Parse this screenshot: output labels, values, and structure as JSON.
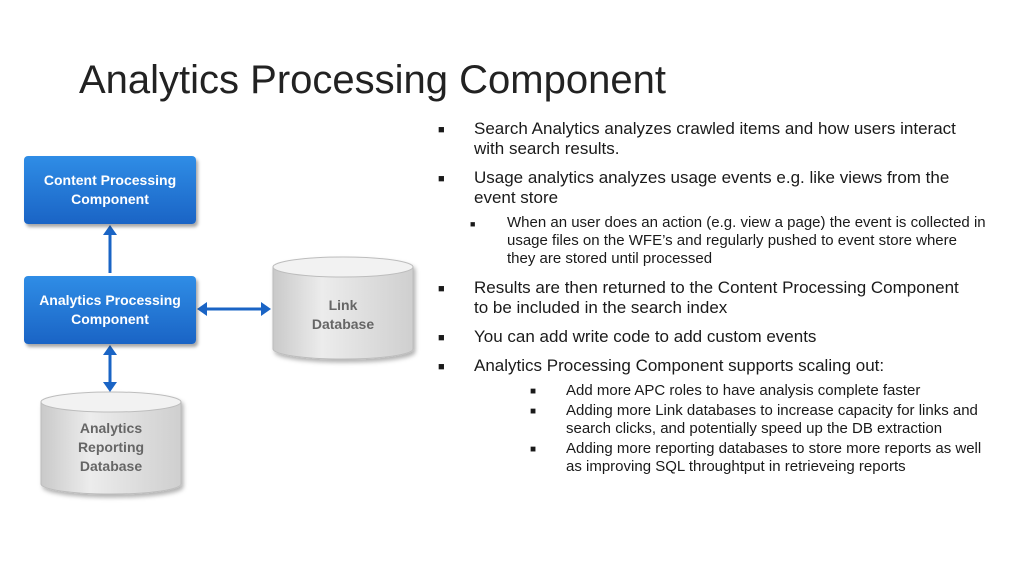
{
  "slide": {
    "title": "Analytics Processing Component"
  },
  "diagram": {
    "content_processing": "Content Processing\nComponent",
    "analytics_processing": "Analytics Processing\nComponent",
    "link_database": "Link\nDatabase",
    "analytics_reporting_database": "Analytics\nReporting\nDatabase",
    "colors": {
      "box_fill_top": "#2f8de6",
      "box_fill_bottom": "#1a64c5",
      "arrow": "#1a64c5",
      "database_fill": "#e2e2e2",
      "database_stroke": "#bdbdbd"
    }
  },
  "bullets": [
    {
      "level": 1,
      "text": "Search Analytics analyzes crawled items and how users interact with search results."
    },
    {
      "level": 1,
      "text": "Usage analytics analyzes usage events e.g. like views from the event store"
    },
    {
      "level": 2,
      "text": "When an user does an action (e.g. view a page) the event is collected in usage files on the WFE’s and regularly pushed to event store where they are stored until processed"
    },
    {
      "level": 1,
      "text": "Results are then returned to the Content Processing Component to be included in the search index"
    },
    {
      "level": 1,
      "text": "You can add write code to add custom events"
    },
    {
      "level": 1,
      "text": "Analytics Processing Component supports scaling out:"
    },
    {
      "level": 3,
      "text": "Add more APC roles to have analysis complete faster"
    },
    {
      "level": 3,
      "text": "Adding more Link databases to increase capacity for links and search clicks, and potentially speed up the DB extraction"
    },
    {
      "level": 3,
      "text": "Adding more reporting databases to store more reports as well as improving SQL throughtput in retrieveing reports"
    }
  ],
  "bullet_glyph": "■"
}
